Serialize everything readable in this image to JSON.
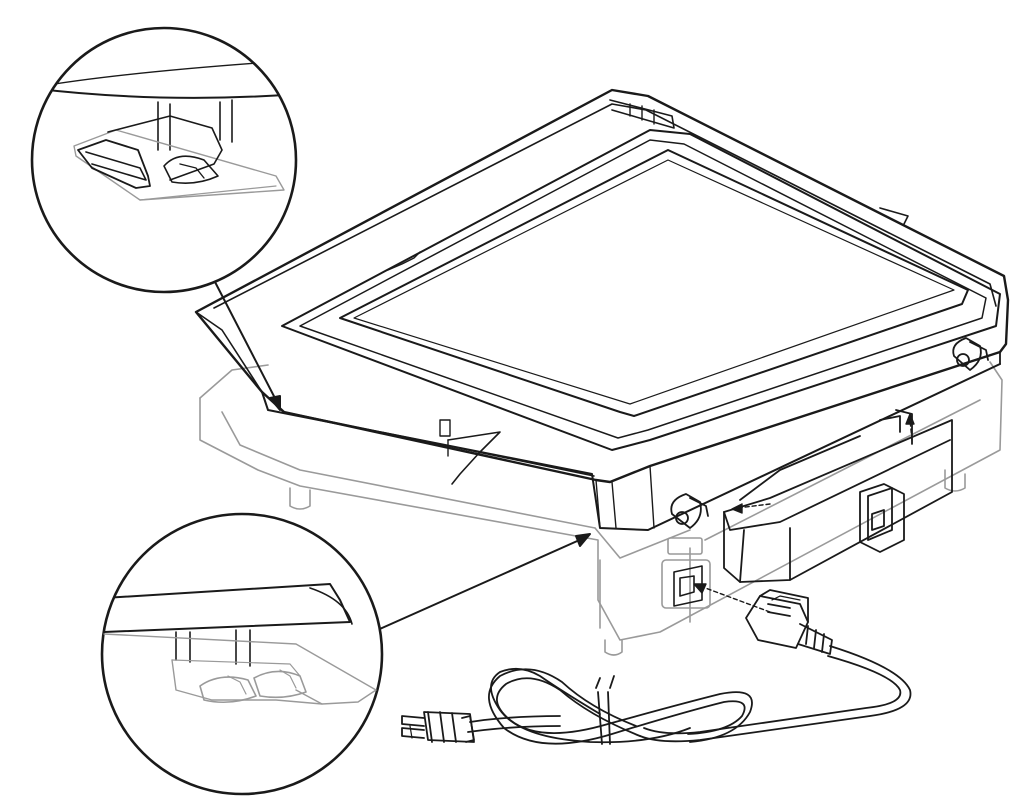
{
  "figure": {
    "subject": "scanner-installation-illustration",
    "stroke_color": "#1a1a1a",
    "ghost_color": "#9a9a9a",
    "background_color": "#ffffff"
  },
  "callouts": {
    "top": {
      "subject": "hinge-foot-detail-raised"
    },
    "bottom": {
      "subject": "hinge-foot-detail-seated"
    }
  },
  "icons": {
    "power_plug": "power-plug-icon",
    "power_cord": "power-cord-icon",
    "cord_tie": "cord-tie-icon",
    "iec_connector": "iec-connector-icon",
    "document_tray": "document-tray-icon"
  }
}
